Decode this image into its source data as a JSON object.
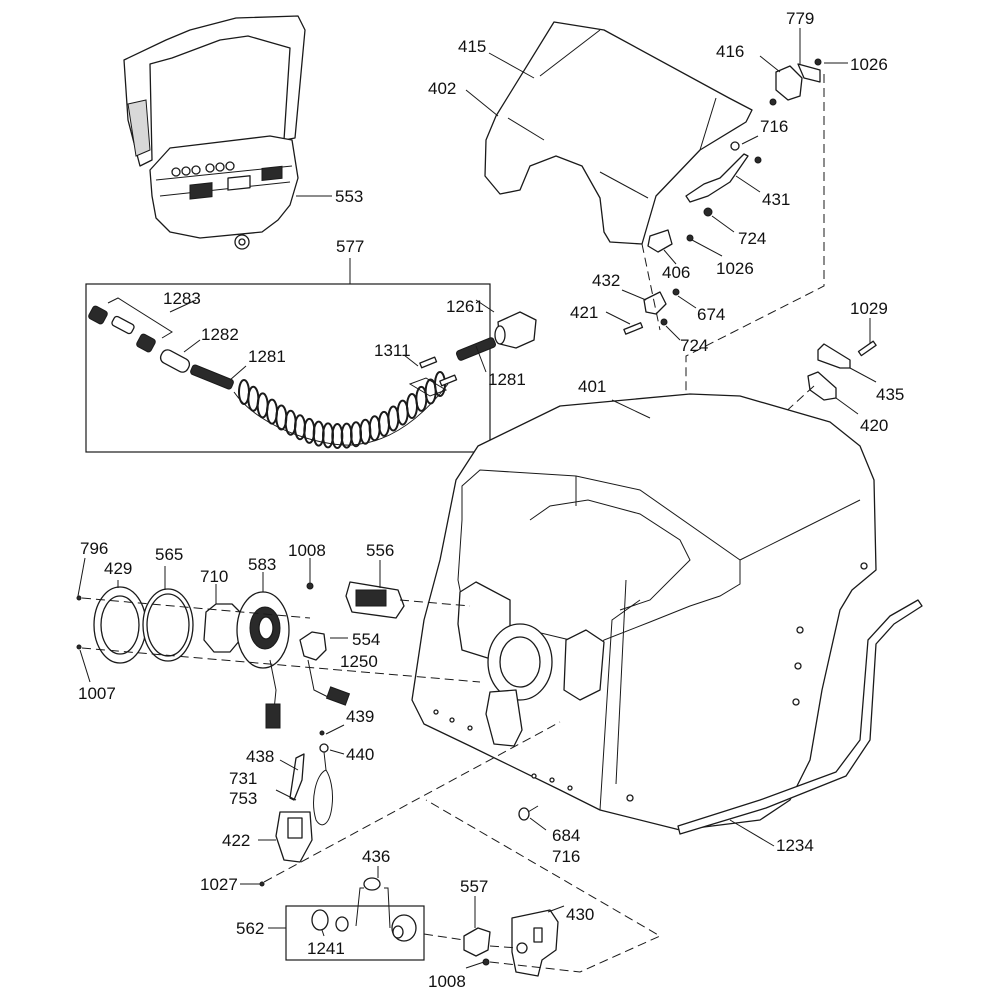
{
  "diagram": {
    "type": "exploded-parts-diagram",
    "subject": "Machine control console housing assembly",
    "callouts": {
      "c553": "553",
      "c577": "577",
      "c1283": "1283",
      "c1282": "1282",
      "c1281a": "1281",
      "c1281b": "1281",
      "c1311": "1311",
      "c1261": "1261",
      "c415": "415",
      "c402": "402",
      "c779": "779",
      "c416": "416",
      "c1026a": "1026",
      "c716a": "716",
      "c431": "431",
      "c724a": "724",
      "c406": "406",
      "c1026b": "1026",
      "c432": "432",
      "c674": "674",
      "c421": "421",
      "c724b": "724",
      "c1029": "1029",
      "c435": "435",
      "c420": "420",
      "c401": "401",
      "c796": "796",
      "c429": "429",
      "c565": "565",
      "c710": "710",
      "c583": "583",
      "c1008a": "1008",
      "c556": "556",
      "c554": "554",
      "c1250": "1250",
      "c1007": "1007",
      "c439": "439",
      "c440": "440",
      "c438": "438",
      "c731": "731",
      "c753": "753",
      "c422": "422",
      "c1027": "1027",
      "c684": "684",
      "c716b": "716",
      "c1234": "1234",
      "c436": "436",
      "c562": "562",
      "c1241": "1241",
      "c557": "557",
      "c430": "430",
      "c1008b": "1008"
    },
    "groups": [
      {
        "id": "577",
        "members": [
          "1283",
          "1282",
          "1281",
          "1311",
          "1261",
          "1281"
        ]
      },
      {
        "id": "562",
        "members": [
          "1241",
          "436"
        ]
      }
    ]
  }
}
